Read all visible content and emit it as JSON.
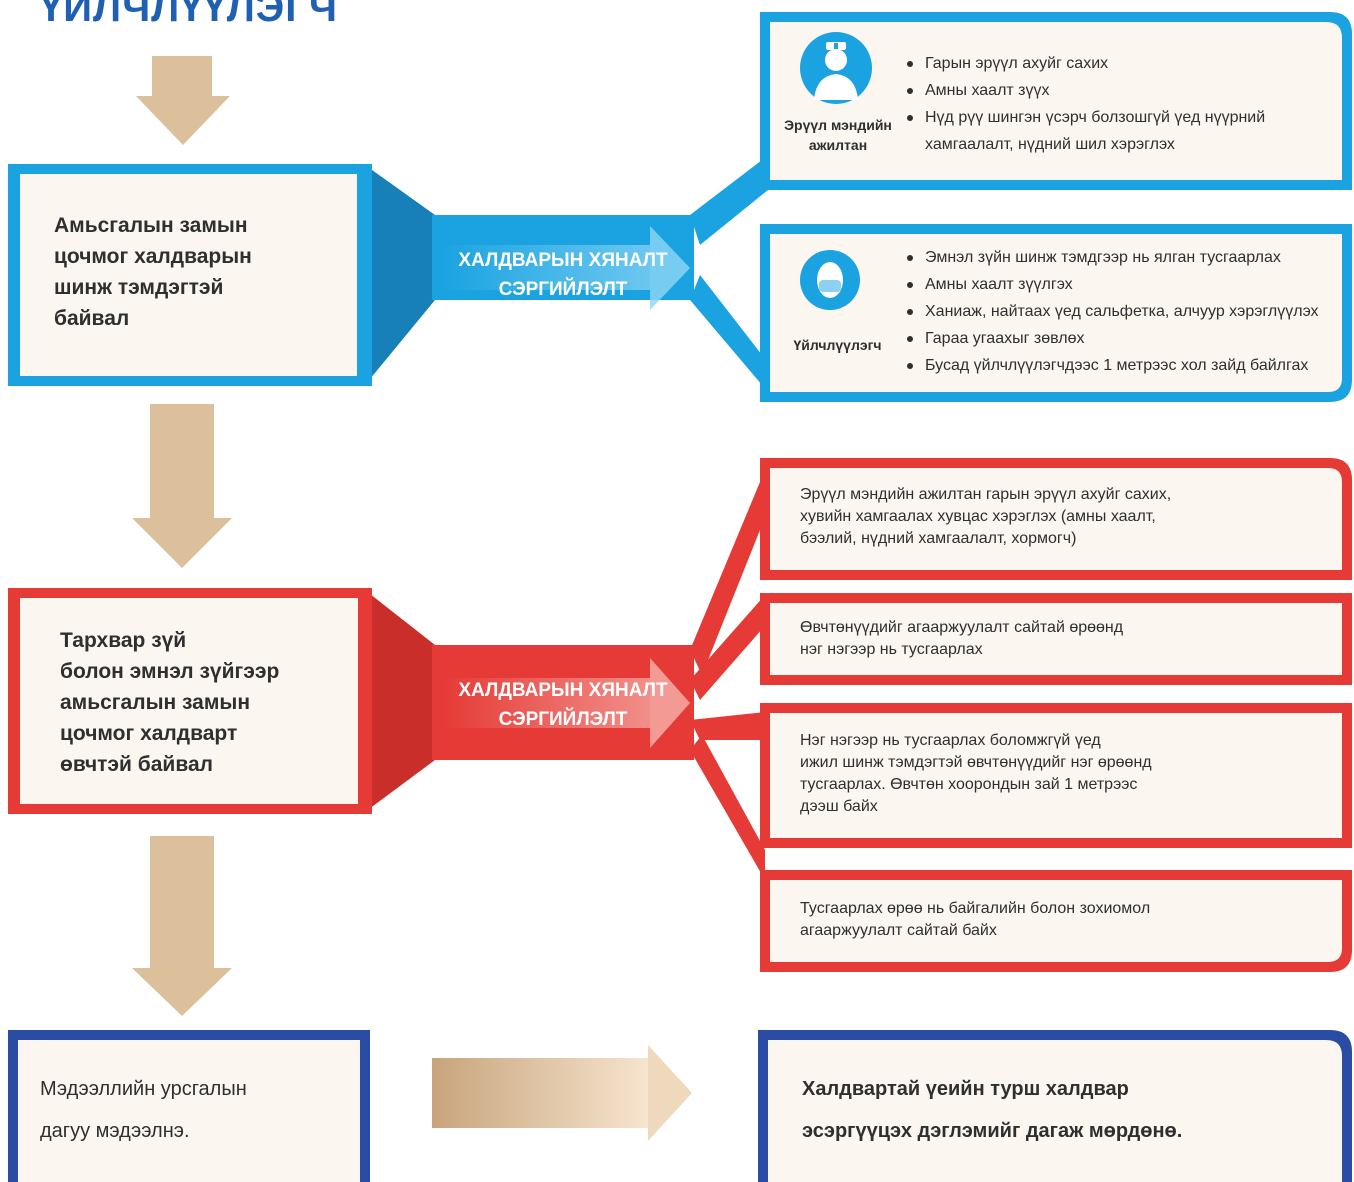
{
  "title": "ҮЙЛЧЛҮҮЛЭГЧ",
  "condition1": [
    "Амьсгалын замын",
    "цочмог халдварын",
    "шинж тэмдэгтэй",
    "байвал"
  ],
  "arrow1": [
    "ХАЛДВАРЫН ХЯНАЛТ",
    "СЭРГИЙЛЭЛТ"
  ],
  "health_worker": {
    "role": [
      "Эрүүл мэндийн",
      "ажилтан"
    ],
    "items": [
      "Гарын эрүүл ахуйг сахих",
      "Амны хаалт зүүх",
      "Нүд рүү шингэн үсэрч болзошгүй үед нүүрний",
      "хамгаалалт, нүдний шил хэрэглэх"
    ]
  },
  "client": {
    "role": "Үйлчлүүлэгч",
    "items": [
      "Эмнэл зүйн шинж тэмдгээр нь ялган тусгаарлах",
      "Амны хаалт зүүлгэх",
      "Ханиаж, найтаах үед сальфетка, алчуур хэрэглүүлэх",
      "Гараа угаахыг зөвлөх",
      "Бусад үйлчлүүлэгчдээс 1 метрээс хол зайд байлгах"
    ]
  },
  "condition2": [
    "Тархвар зүй",
    "болон эмнэл зүйгээр",
    "амьсгалын замын",
    "цочмог халдварт",
    "өвчтэй байвал"
  ],
  "arrow2": [
    "ХАЛДВАРЫН ХЯНАЛТ",
    "СЭРГИЙЛЭЛТ"
  ],
  "red_boxes": [
    [
      "Эрүүл мэндийн ажилтан гарын эрүүл ахуйг сахих,",
      "хувийн хамгаалах хувцас хэрэглэх (амны хаалт,",
      "бээлий, нүдний хамгаалалт, хормогч)"
    ],
    [
      "Өвчтөнүүдийг агааржуулалт сайтай өрөөнд",
      "нэг нэгээр нь тусгаарлах"
    ],
    [
      "Нэг нэгээр нь тусгаарлах боломжгүй үед",
      "ижил шинж тэмдэгтэй өвчтөнүүдийг нэг өрөөнд",
      "тусгаарлах. Өвчтөн хоорондын зай 1 метрээс",
      "дээш байх"
    ],
    [
      "Тусгаарлах өрөө нь байгалийн болон зохиомол",
      "агааржуулалт сайтай байх"
    ]
  ],
  "bottom_left": [
    "Мэдээллийн урсгалын",
    "дагуу мэдээлнэ."
  ],
  "bottom_right": [
    "Халдвартай үеийн турш халдвар",
    "эсэргүүцэх дэглэмийг дагаж мөрдөнө."
  ],
  "colors": {
    "blue": "#1aa3e0",
    "red": "#e53a35",
    "navy": "#2a4da3",
    "beige": "#dfc4a1",
    "cream": "#fbf6f0",
    "title": "#1f5fb4"
  }
}
